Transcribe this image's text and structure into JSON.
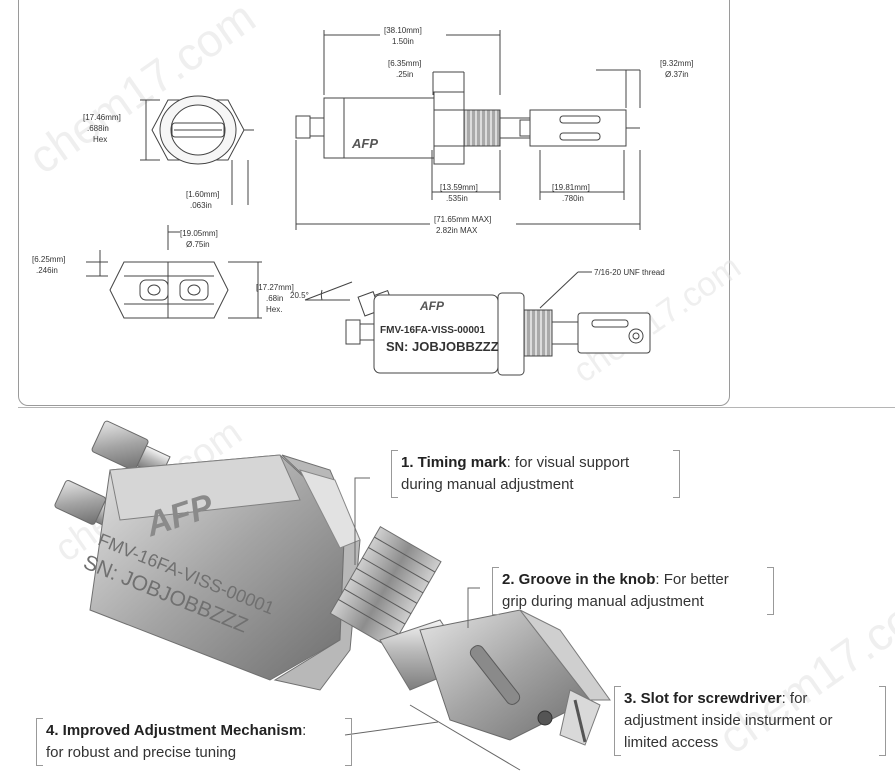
{
  "drawing": {
    "dim_len_mm": "[38.10mm]",
    "dim_len_in": "1.50in",
    "dim_hexw_mm": "[6.35mm]",
    "dim_hexw_in": ".25in",
    "dim_knob_mm": "[9.32mm]",
    "dim_knob_in": "Ø.37in",
    "dim_hex_mm": "[17.46mm]",
    "dim_hex_in": ".688in",
    "dim_hex_label": "Hex",
    "dim_gap_mm": "[1.60mm]",
    "dim_gap_in": ".063in",
    "dim_thr_mm": "[13.59mm]",
    "dim_thr_in": ".535in",
    "dim_tip_mm": "[19.81mm]",
    "dim_tip_in": ".780in",
    "dim_total_mm": "[71.65mm MAX]",
    "dim_total_in": "2.82in MAX",
    "dim_dia_mm": "[19.05mm]",
    "dim_dia_in": "Ø.75in",
    "dim_side_mm": "[6.25mm]",
    "dim_side_in": ".246in",
    "dim_hex2_mm": "[17.27mm]",
    "dim_hex2_in": ".68in",
    "dim_hex2_label": "Hex.",
    "angle": "20.5°",
    "thread": "7/16-20 UNF thread",
    "brand": "AFP",
    "model": "FMV-16FA-VISS-00001",
    "serial": "SN: JOBJOBBZZZ"
  },
  "photo": {
    "brand": "AFP",
    "model": "FMV-16FA-VISS-00001",
    "serial": "SN: JOBJOBBZZZ"
  },
  "callouts": [
    {
      "title": "1. Timing mark",
      "text1": ": for visual support",
      "text2": "during manual adjustment"
    },
    {
      "title": "2. Groove in the knob",
      "text1": ": For better",
      "text2": "grip during manual adjustment"
    },
    {
      "title": "3. Slot for screwdriver",
      "text1": ": for",
      "text2": "adjustment inside insturment or",
      "text3": "limited access"
    },
    {
      "title": "4. Improved Adjustment Mechanism",
      "text1": ":",
      "text2": "for robust and precise tuning"
    }
  ],
  "watermarks": [
    "chem17.com",
    "chem17.com",
    "chem17.com",
    "chem17.com"
  ]
}
